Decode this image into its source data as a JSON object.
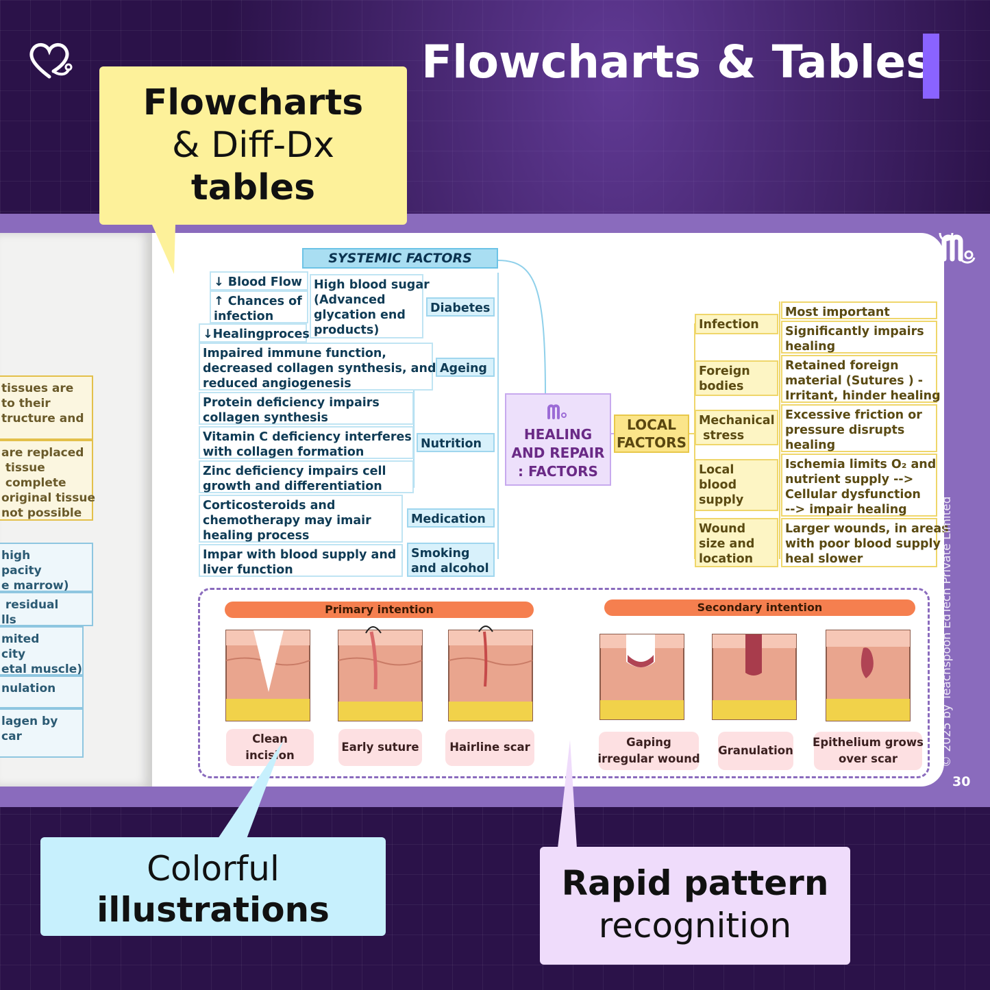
{
  "header": {
    "title": "Flowcharts & Tables"
  },
  "callouts": {
    "yellow": {
      "line1": "Flowcharts",
      "line2": "& Diff-Dx",
      "line3": "tables"
    },
    "blue": {
      "line1": "Colorful",
      "line2": "illustrations"
    },
    "lilac": {
      "line1": "Rapid pattern",
      "line2": "recognition"
    }
  },
  "left_page": {
    "boxes": [
      "tissues are\nto their\ntructure and",
      "are replaced\n tissue\n complete\noriginal tissue\nnot possible",
      "high\npacity\ne marrow)",
      " residual\nlls",
      "mited\ncity\netal muscle)",
      "nulation",
      "lagen by\ncar"
    ]
  },
  "flowchart": {
    "systemic_title": "SYSTEMIC FACTORS",
    "center": "HEALING\nAND REPAIR\n: FACTORS",
    "local_title": "LOCAL\nFACTORS",
    "systemic": {
      "blood_flow": "↓ Blood Flow",
      "infection": "↑ Chances of\ninfection",
      "healing_process": "↓Healingprocess",
      "high_sugar": "High blood sugar\n(Advanced\nglycation end\nproducts)",
      "diabetes": "Diabetes",
      "ageing_desc": "Impaired immune function,\ndecreased collagen synthesis, and\nreduced angiogenesis",
      "ageing": "Ageing",
      "protein": "Protein deficiency impairs\ncollagen synthesis",
      "vitamin_c": "Vitamin C deficiency interferes\nwith collagen formation",
      "zinc": "Zinc deficiency impairs cell\ngrowth and differentiation",
      "nutrition": "Nutrition",
      "cortico": "Corticosteroids and\nchemotherapy may imair\nhealing process",
      "medication": "Medication",
      "impar": "Impar with blood supply and\nliver function",
      "smoking": "Smoking\nand alcohol"
    },
    "local": {
      "infection": "Infection",
      "most_important": "Most important",
      "significantly": "Significantly impairs\nhealing",
      "foreign_bodies": "Foreign\nbodies",
      "retained": "Retained foreign\nmaterial (Sutures ) -\nIrritant, hinder healing",
      "mechanical": "Mechanical\n stress",
      "friction": "Excessive friction or\npressure disrupts\nhealing",
      "local_blood": "Local\nblood\nsupply",
      "ischemia": "Ischemia limits O₂ and\nnutrient supply -->\nCellular dysfunction\n--> impair healing",
      "wound_size": "Wound\nsize and\nlocation",
      "larger": "Larger wounds, in areas\nwith poor blood supply\nheal slower"
    }
  },
  "wounds": {
    "primary": "Primary intention",
    "secondary": "Secondary intention",
    "labels": [
      "Clean incision",
      "Early suture",
      "Hairline scar",
      "Gaping\nirregular wound",
      "Granulation",
      "Epithelium grows\nover scar"
    ]
  },
  "footer": {
    "copyright": "© 2025 by Teachspoon EdTech Private Limited",
    "page_number": "30"
  },
  "colors": {
    "accent": "#8a63ff",
    "band": "#8a6bbd",
    "background": "#2b1249"
  }
}
